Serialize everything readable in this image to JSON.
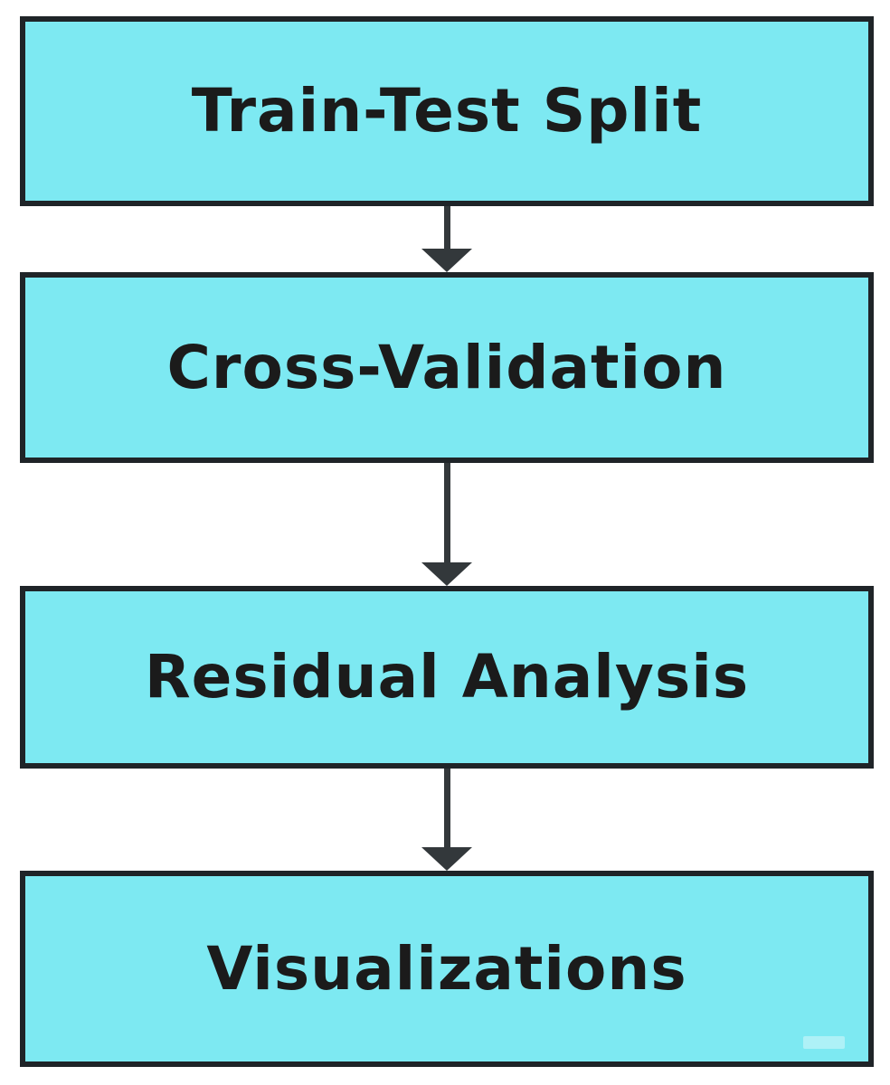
{
  "diagram": {
    "type": "flowchart",
    "orientation": "vertical",
    "colors": {
      "node_fill": "#7de9f2",
      "node_border": "#1f2428",
      "arrow_color": "#33383b",
      "text_color": "#1b1b1b",
      "background": "#ffffff"
    },
    "steps": [
      {
        "label": "Train-Test Split"
      },
      {
        "label": "Cross-Validation"
      },
      {
        "label": "Residual Analysis"
      },
      {
        "label": "Visualizations"
      }
    ],
    "connectors": [
      {
        "from": "Train-Test Split",
        "to": "Cross-Validation",
        "direction": "down"
      },
      {
        "from": "Cross-Validation",
        "to": "Residual Analysis",
        "direction": "down"
      },
      {
        "from": "Residual Analysis",
        "to": "Visualizations",
        "direction": "down"
      }
    ]
  }
}
